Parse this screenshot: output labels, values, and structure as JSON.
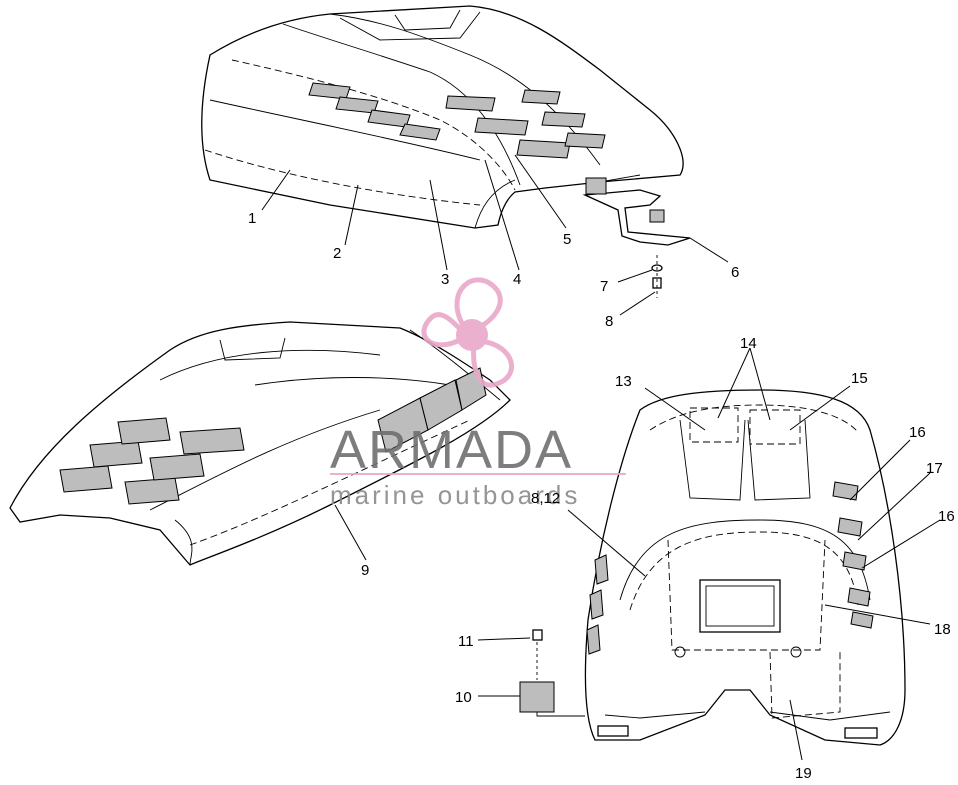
{
  "watermark": {
    "brand": "ARMADA",
    "tagline": "marine outboards",
    "accent_color": "#e9a8c8",
    "icon": "propeller-icon"
  },
  "callouts": [
    "1",
    "2",
    "3",
    "4",
    "5",
    "6",
    "7",
    "8",
    "9",
    "10",
    "11",
    "8,12",
    "13",
    "14",
    "15",
    "16",
    "17",
    "16",
    "18",
    "19"
  ],
  "colors": {
    "line": "#000000",
    "background": "#ffffff",
    "vent_fill": "#bdbdbd"
  }
}
